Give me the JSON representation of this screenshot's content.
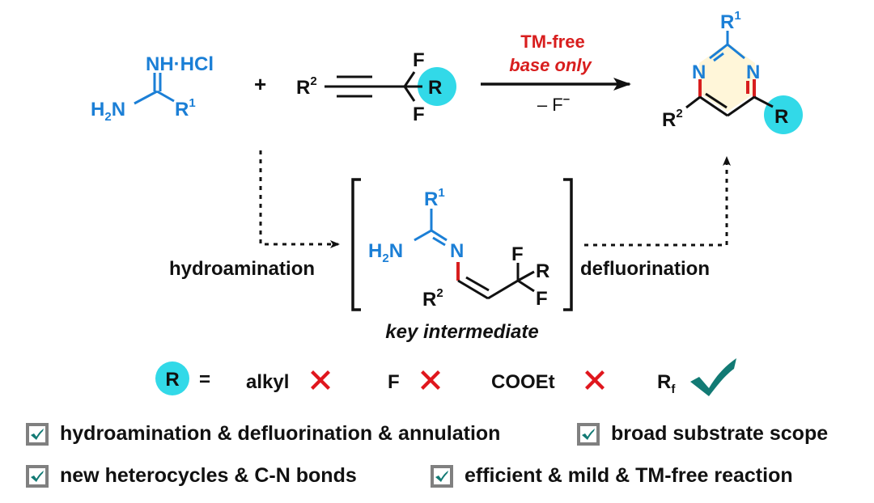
{
  "colors": {
    "reactant_blue": "#1b7fd6",
    "condition_red": "#d81e1e",
    "highlight_cyan": "#32d9e8",
    "ring_fill": "#fff6d9",
    "check_teal": "#127a74",
    "cross_red": "#e0161d",
    "checkbox_gray": "#808080"
  },
  "amidine": {
    "top_label": "NH·HCl",
    "amine_label": "H",
    "amine_sub": "2",
    "amine_N": "N",
    "r_label": "R",
    "r_sup": "1"
  },
  "plus": "+",
  "alkyne": {
    "r_label": "R",
    "r_sup": "2",
    "f_top": "F",
    "f_bottom": "F",
    "r_circle": "R"
  },
  "conditions": {
    "line1": "TM-free",
    "line2": "base only",
    "below": "– F",
    "below_sup": "–"
  },
  "product": {
    "r1_label": "R",
    "r1_sup": "1",
    "n_left": "N",
    "n_right": "N",
    "r2_label": "R",
    "r2_sup": "2",
    "r_circle": "R"
  },
  "intermediate": {
    "r1_label": "R",
    "r1_sup": "1",
    "amine_label": "H",
    "amine_sub": "2",
    "amine_N": "N",
    "imine_N": "N",
    "r2_label": "R",
    "r2_sup": "2",
    "f_top": "F",
    "r_label": "R",
    "f_bottom": "F",
    "caption": "key intermediate"
  },
  "steps": {
    "left": "hydroamination",
    "right": "defluorination"
  },
  "r_scope": {
    "r_circle": "R",
    "equals": "=",
    "items": [
      {
        "label": "alkyl",
        "ok": false
      },
      {
        "label": "F",
        "ok": false
      },
      {
        "label": "COOEt",
        "ok": false
      },
      {
        "label": "R",
        "sub": "f",
        "ok": true
      }
    ]
  },
  "features": [
    {
      "label": "hydroamination & defluorination & annulation",
      "checked": true
    },
    {
      "label": "broad substrate scope",
      "checked": true
    },
    {
      "label": "new heterocycles & C-N bonds",
      "checked": true
    },
    {
      "label": "efficient & mild & TM-free reaction",
      "checked": true
    }
  ]
}
